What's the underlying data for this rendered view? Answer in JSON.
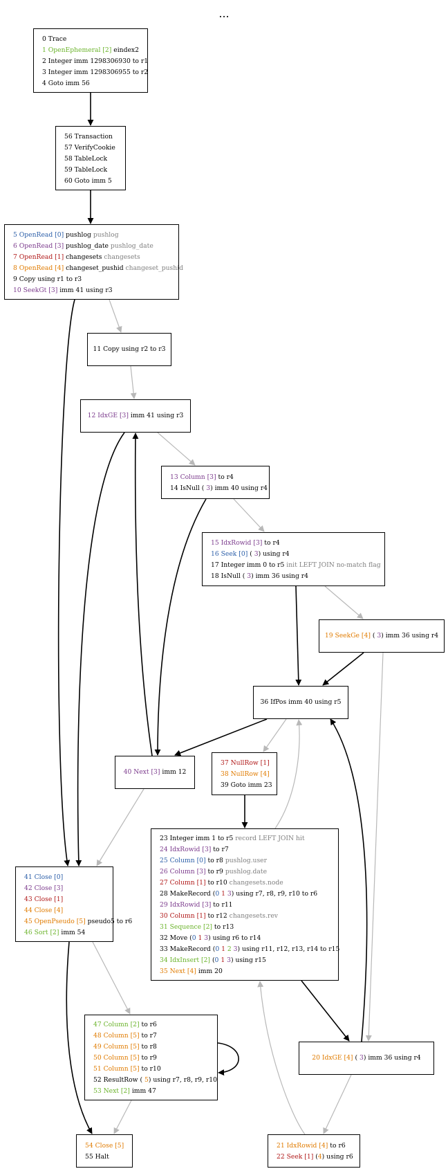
{
  "title": "...",
  "colors": {
    "blue": "#2b5ea8",
    "purple": "#7b3a8c",
    "red": "#b01818",
    "orange": "#e07b00",
    "green": "#6ab32a",
    "gray": "#7f7f7f",
    "black": "#000000",
    "edge_black": "#000000",
    "edge_gray": "#b8b8b8"
  },
  "nodes": [
    {
      "id": "n0",
      "lines": [
        [
          {
            "t": "0 Trace",
            "c": "black"
          }
        ],
        [
          {
            "t": "1 OpenEphemeral [2]",
            "c": "green"
          },
          {
            "t": " eindex2",
            "c": "black"
          }
        ],
        [
          {
            "t": "2 Integer imm 1298306930 to r1",
            "c": "black"
          }
        ],
        [
          {
            "t": "3 Integer imm 1298306955 to r2",
            "c": "black"
          }
        ],
        [
          {
            "t": "4 Goto imm 56",
            "c": "black"
          }
        ]
      ]
    },
    {
      "id": "n56",
      "lines": [
        [
          {
            "t": "56 Transaction",
            "c": "black"
          }
        ],
        [
          {
            "t": "57 VerifyCookie",
            "c": "black"
          }
        ],
        [
          {
            "t": "58 TableLock",
            "c": "black"
          }
        ],
        [
          {
            "t": "59 TableLock",
            "c": "black"
          }
        ],
        [
          {
            "t": "60 Goto imm 5",
            "c": "black"
          }
        ]
      ]
    },
    {
      "id": "n5",
      "lines": [
        [
          {
            "t": "5 OpenRead [0]",
            "c": "blue"
          },
          {
            "t": " pushlog ",
            "c": "black"
          },
          {
            "t": "pushlog",
            "c": "gray"
          }
        ],
        [
          {
            "t": "6 OpenRead [3]",
            "c": "purple"
          },
          {
            "t": " pushlog_date ",
            "c": "black"
          },
          {
            "t": "pushlog_date",
            "c": "gray"
          }
        ],
        [
          {
            "t": "7 OpenRead [1]",
            "c": "red"
          },
          {
            "t": " changesets ",
            "c": "black"
          },
          {
            "t": "changesets",
            "c": "gray"
          }
        ],
        [
          {
            "t": "8 OpenRead [4]",
            "c": "orange"
          },
          {
            "t": " changeset_pushid ",
            "c": "black"
          },
          {
            "t": "changeset_pushid",
            "c": "gray"
          }
        ],
        [
          {
            "t": "9 Copy using r1 to r3",
            "c": "black"
          }
        ],
        [
          {
            "t": "10 SeekGt [3]",
            "c": "purple"
          },
          {
            "t": " imm 41 using r3",
            "c": "black"
          }
        ]
      ]
    },
    {
      "id": "n11",
      "lines": [
        [
          {
            "t": "11 Copy using r2 to r3",
            "c": "black"
          }
        ]
      ]
    },
    {
      "id": "n12",
      "lines": [
        [
          {
            "t": "12 IdxGE [3]",
            "c": "purple"
          },
          {
            "t": " imm 41 using r3",
            "c": "black"
          }
        ]
      ]
    },
    {
      "id": "n13",
      "lines": [
        [
          {
            "t": "13 Column [3]",
            "c": "purple"
          },
          {
            "t": " to r4",
            "c": "black"
          }
        ],
        [
          {
            "t": "14 IsNull ( ",
            "c": "black"
          },
          {
            "t": "3",
            "c": "purple"
          },
          {
            "t": ") imm 40 using r4",
            "c": "black"
          }
        ]
      ]
    },
    {
      "id": "n15",
      "lines": [
        [
          {
            "t": "15 IdxRowid [3]",
            "c": "purple"
          },
          {
            "t": " to r4",
            "c": "black"
          }
        ],
        [
          {
            "t": "16 Seek [0]",
            "c": "blue"
          },
          {
            "t": " ( ",
            "c": "black"
          },
          {
            "t": "3",
            "c": "purple"
          },
          {
            "t": ") using r4",
            "c": "black"
          }
        ],
        [
          {
            "t": "17 Integer imm 0 to r5 ",
            "c": "black"
          },
          {
            "t": "init LEFT JOIN no-match flag",
            "c": "gray"
          }
        ],
        [
          {
            "t": "18 IsNull ( ",
            "c": "black"
          },
          {
            "t": "3",
            "c": "purple"
          },
          {
            "t": ") imm 36 using r4",
            "c": "black"
          }
        ]
      ]
    },
    {
      "id": "n19",
      "lines": [
        [
          {
            "t": "19 SeekGe [4]",
            "c": "orange"
          },
          {
            "t": " ( ",
            "c": "black"
          },
          {
            "t": "3",
            "c": "purple"
          },
          {
            "t": ") imm 36 using r4",
            "c": "black"
          }
        ]
      ]
    },
    {
      "id": "n36",
      "lines": [
        [
          {
            "t": "36 IfPos imm 40 using r5",
            "c": "black"
          }
        ]
      ]
    },
    {
      "id": "n40",
      "lines": [
        [
          {
            "t": "40 Next [3]",
            "c": "purple"
          },
          {
            "t": " imm 12",
            "c": "black"
          }
        ]
      ]
    },
    {
      "id": "n37",
      "lines": [
        [
          {
            "t": "37 NullRow [1]",
            "c": "red"
          }
        ],
        [
          {
            "t": "38 NullRow [4]",
            "c": "orange"
          }
        ],
        [
          {
            "t": "39 Goto imm 23",
            "c": "black"
          }
        ]
      ]
    },
    {
      "id": "n23",
      "lines": [
        [
          {
            "t": "23 Integer imm 1 to r5 ",
            "c": "black"
          },
          {
            "t": "record LEFT JOIN hit",
            "c": "gray"
          }
        ],
        [
          {
            "t": "24 IdxRowid [3]",
            "c": "purple"
          },
          {
            "t": " to r7",
            "c": "black"
          }
        ],
        [
          {
            "t": "25 Column [0]",
            "c": "blue"
          },
          {
            "t": " to r8 ",
            "c": "black"
          },
          {
            "t": "pushlog.user",
            "c": "gray"
          }
        ],
        [
          {
            "t": "26 Column [3]",
            "c": "purple"
          },
          {
            "t": " to r9 ",
            "c": "black"
          },
          {
            "t": "pushlog.date",
            "c": "gray"
          }
        ],
        [
          {
            "t": "27 Column [1]",
            "c": "red"
          },
          {
            "t": " to r10 ",
            "c": "black"
          },
          {
            "t": "changesets.node",
            "c": "gray"
          }
        ],
        [
          {
            "t": "28 MakeRecord (",
            "c": "black"
          },
          {
            "t": "0",
            "c": "blue"
          },
          {
            "t": " ",
            "c": "black"
          },
          {
            "t": "1",
            "c": "red"
          },
          {
            "t": " ",
            "c": "black"
          },
          {
            "t": "3",
            "c": "purple"
          },
          {
            "t": ") using r7, r8, r9, r10 to r6",
            "c": "black"
          }
        ],
        [
          {
            "t": "29 IdxRowid [3]",
            "c": "purple"
          },
          {
            "t": " to r11",
            "c": "black"
          }
        ],
        [
          {
            "t": "30 Column [1]",
            "c": "red"
          },
          {
            "t": " to r12 ",
            "c": "black"
          },
          {
            "t": "changesets.rev",
            "c": "gray"
          }
        ],
        [
          {
            "t": "31 Sequence [2]",
            "c": "green"
          },
          {
            "t": " to r13",
            "c": "black"
          }
        ],
        [
          {
            "t": "32 Move (",
            "c": "black"
          },
          {
            "t": "0",
            "c": "blue"
          },
          {
            "t": " ",
            "c": "black"
          },
          {
            "t": "1",
            "c": "red"
          },
          {
            "t": " ",
            "c": "black"
          },
          {
            "t": "3",
            "c": "purple"
          },
          {
            "t": ") using r6 to r14",
            "c": "black"
          }
        ],
        [
          {
            "t": "33 MakeRecord (",
            "c": "black"
          },
          {
            "t": "0",
            "c": "blue"
          },
          {
            "t": " ",
            "c": "black"
          },
          {
            "t": "1",
            "c": "red"
          },
          {
            "t": " ",
            "c": "black"
          },
          {
            "t": "2",
            "c": "green"
          },
          {
            "t": " ",
            "c": "black"
          },
          {
            "t": "3",
            "c": "purple"
          },
          {
            "t": ") using r11, r12, r13, r14 to r15",
            "c": "black"
          }
        ],
        [
          {
            "t": "34 IdxInsert [2]",
            "c": "green"
          },
          {
            "t": " (",
            "c": "black"
          },
          {
            "t": "0",
            "c": "blue"
          },
          {
            "t": " ",
            "c": "black"
          },
          {
            "t": "1",
            "c": "red"
          },
          {
            "t": " ",
            "c": "black"
          },
          {
            "t": "3",
            "c": "purple"
          },
          {
            "t": ") using r15",
            "c": "black"
          }
        ],
        [
          {
            "t": "35 Next [4]",
            "c": "orange"
          },
          {
            "t": " imm 20",
            "c": "black"
          }
        ]
      ]
    },
    {
      "id": "n41",
      "lines": [
        [
          {
            "t": "41 Close [0]",
            "c": "blue"
          }
        ],
        [
          {
            "t": "42 Close [3]",
            "c": "purple"
          }
        ],
        [
          {
            "t": "43 Close [1]",
            "c": "red"
          }
        ],
        [
          {
            "t": "44 Close [4]",
            "c": "orange"
          }
        ],
        [
          {
            "t": "45 OpenPseudo [5]",
            "c": "orange"
          },
          {
            "t": " pseudo5 to r6",
            "c": "black"
          }
        ],
        [
          {
            "t": "46 Sort [2]",
            "c": "green"
          },
          {
            "t": " imm 54",
            "c": "black"
          }
        ]
      ]
    },
    {
      "id": "n47",
      "lines": [
        [
          {
            "t": "47 Column [2]",
            "c": "green"
          },
          {
            "t": " to r6",
            "c": "black"
          }
        ],
        [
          {
            "t": "48 Column [5]",
            "c": "orange"
          },
          {
            "t": " to r7",
            "c": "black"
          }
        ],
        [
          {
            "t": "49 Column [5]",
            "c": "orange"
          },
          {
            "t": " to r8",
            "c": "black"
          }
        ],
        [
          {
            "t": "50 Column [5]",
            "c": "orange"
          },
          {
            "t": " to r9",
            "c": "black"
          }
        ],
        [
          {
            "t": "51 Column [5]",
            "c": "orange"
          },
          {
            "t": " to r10",
            "c": "black"
          }
        ],
        [
          {
            "t": "52 ResultRow ( ",
            "c": "black"
          },
          {
            "t": "5",
            "c": "orange"
          },
          {
            "t": ") using r7, r8, r9, r10",
            "c": "black"
          }
        ],
        [
          {
            "t": "53 Next [2]",
            "c": "green"
          },
          {
            "t": " imm 47",
            "c": "black"
          }
        ]
      ]
    },
    {
      "id": "n20",
      "lines": [
        [
          {
            "t": "20 IdxGE [4]",
            "c": "orange"
          },
          {
            "t": " ( ",
            "c": "black"
          },
          {
            "t": "3",
            "c": "purple"
          },
          {
            "t": ") imm 36 using r4",
            "c": "black"
          }
        ]
      ]
    },
    {
      "id": "n54",
      "lines": [
        [
          {
            "t": "54 Close [5]",
            "c": "orange"
          }
        ],
        [
          {
            "t": "55 Halt",
            "c": "black"
          }
        ]
      ]
    },
    {
      "id": "n21",
      "lines": [
        [
          {
            "t": "21 IdxRowid [4]",
            "c": "orange"
          },
          {
            "t": " to r6",
            "c": "black"
          }
        ],
        [
          {
            "t": "22 Seek [1]",
            "c": "red"
          },
          {
            "t": " (",
            "c": "black"
          },
          {
            "t": "4",
            "c": "orange"
          },
          {
            "t": ") using r6",
            "c": "black"
          }
        ]
      ]
    }
  ],
  "edges": [
    {
      "from": "n0",
      "to": "n56",
      "style": "black"
    },
    {
      "from": "n56",
      "to": "n5",
      "style": "black"
    },
    {
      "from": "n5",
      "to": "n11",
      "style": "gray"
    },
    {
      "from": "n5",
      "to": "n41",
      "style": "black"
    },
    {
      "from": "n11",
      "to": "n12",
      "style": "gray"
    },
    {
      "from": "n12",
      "to": "n13",
      "style": "gray"
    },
    {
      "from": "n12",
      "to": "n41",
      "style": "black"
    },
    {
      "from": "n13",
      "to": "n15",
      "style": "gray"
    },
    {
      "from": "n13",
      "to": "n40",
      "style": "black"
    },
    {
      "from": "n15",
      "to": "n19",
      "style": "gray"
    },
    {
      "from": "n15",
      "to": "n36",
      "style": "black"
    },
    {
      "from": "n19",
      "to": "n36",
      "style": "black"
    },
    {
      "from": "n19",
      "to": "n20",
      "style": "gray"
    },
    {
      "from": "n36",
      "to": "n40",
      "style": "black"
    },
    {
      "from": "n36",
      "to": "n37",
      "style": "gray"
    },
    {
      "from": "n40",
      "to": "n12",
      "style": "black"
    },
    {
      "from": "n40",
      "to": "n41",
      "style": "gray"
    },
    {
      "from": "n37",
      "to": "n23",
      "style": "black"
    },
    {
      "from": "n23",
      "to": "n36",
      "style": "gray"
    },
    {
      "from": "n23",
      "to": "n20",
      "style": "black"
    },
    {
      "from": "n20",
      "to": "n36",
      "style": "black"
    },
    {
      "from": "n20",
      "to": "n21",
      "style": "gray"
    },
    {
      "from": "n21",
      "to": "n23",
      "style": "gray"
    },
    {
      "from": "n41",
      "to": "n47",
      "style": "gray"
    },
    {
      "from": "n41",
      "to": "n54",
      "style": "black"
    },
    {
      "from": "n47",
      "to": "n47",
      "style": "black"
    },
    {
      "from": "n47",
      "to": "n54",
      "style": "gray"
    }
  ]
}
